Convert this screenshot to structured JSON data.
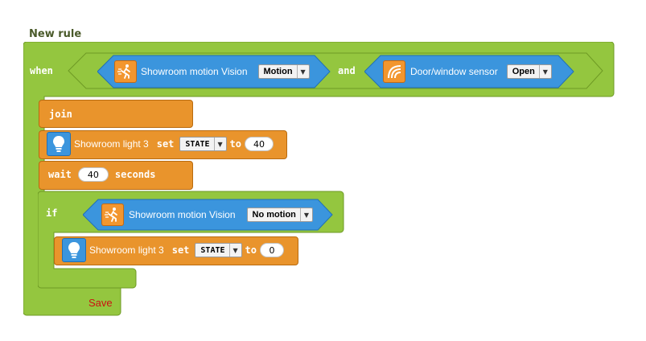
{
  "rule": {
    "title": "New rule",
    "when_keyword": "when",
    "and_keyword": "and",
    "save_label": "Save"
  },
  "conditions": [
    {
      "sensor": "Showroom motion Vision",
      "icon": "motion-icon",
      "value": "Motion"
    },
    {
      "sensor": "Door/window sensor",
      "icon": "door-window-icon",
      "value": "Open"
    }
  ],
  "actions": {
    "join_keyword": "join",
    "set_light": {
      "device": "Showroom light 3",
      "set_keyword": "set",
      "property": "STATE",
      "to_keyword": "to",
      "value": "40",
      "icon": "light-bulb-icon"
    },
    "wait": {
      "wait_keyword": "wait",
      "value": "40",
      "unit": "seconds"
    },
    "if_block": {
      "if_keyword": "if",
      "condition": {
        "sensor": "Showroom motion Vision",
        "icon": "motion-icon",
        "value": "No motion"
      },
      "then_action": {
        "device": "Showroom light 3",
        "set_keyword": "set",
        "property": "STATE",
        "to_keyword": "to",
        "value": "0",
        "icon": "light-bulb-icon"
      }
    }
  },
  "colors": {
    "when_block": "#94c63f",
    "action_block": "#e9942c",
    "sensor_block": "#3b95dd",
    "save_text": "#cc1111"
  }
}
